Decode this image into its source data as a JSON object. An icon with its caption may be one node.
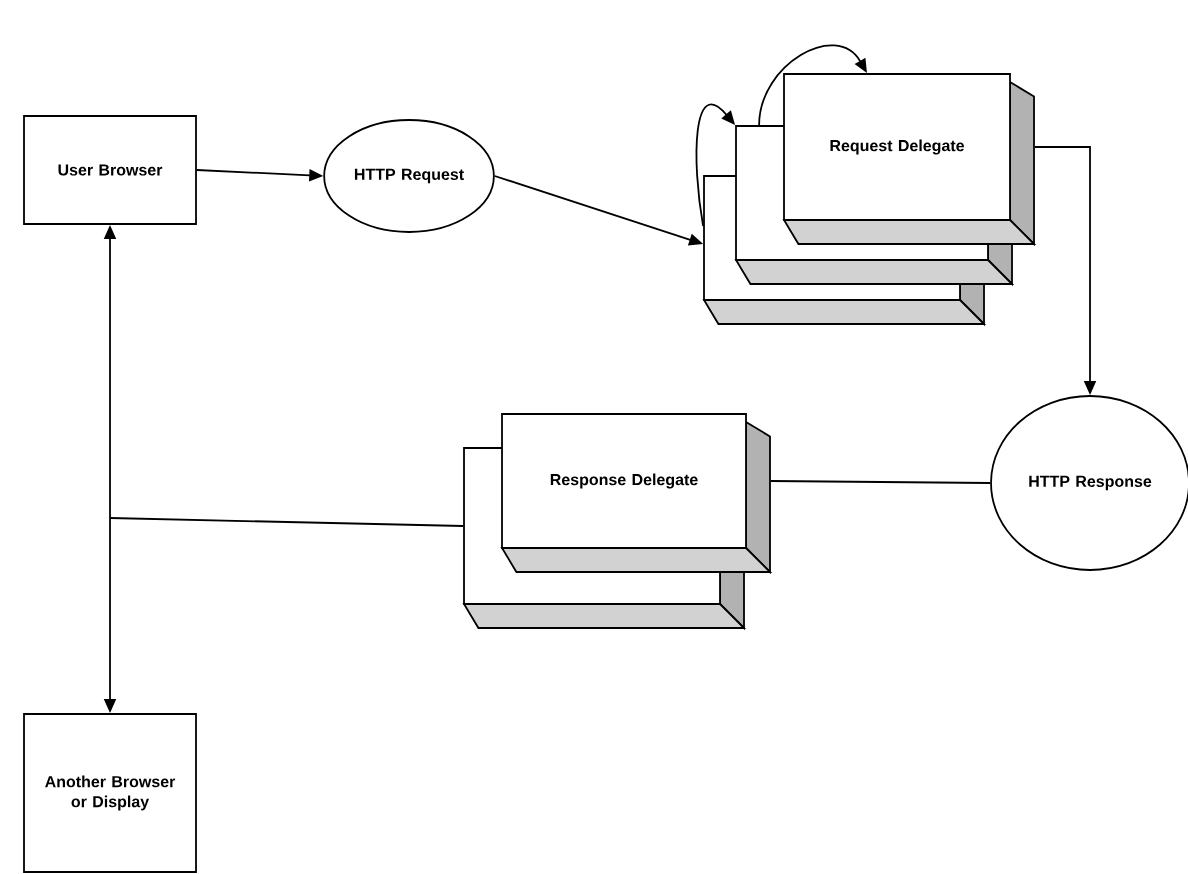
{
  "diagram": {
    "nodes": [
      {
        "text": [
          "User Browser"
        ]
      },
      {
        "text": [
          "HTTP Request"
        ]
      },
      {
        "text": [],
        "shape": "box"
      },
      {
        "text": [],
        "shape": "box"
      },
      {
        "text": [
          "Request Delegate"
        ]
      },
      {
        "text": [
          "HTTP Response"
        ]
      },
      {
        "text": [],
        "shape": "box"
      },
      {
        "text": [
          "Response Delegate"
        ]
      },
      {
        "text": [
          "Another Browser or Display"
        ]
      }
    ],
    "edges": [
      {
        "from": 0,
        "to": 1,
        "arrow": "to"
      },
      {
        "from": 1,
        "to": 2,
        "arrow": "to"
      },
      {
        "from": 2,
        "to": 3,
        "arrow": "to"
      },
      {
        "from": 3,
        "to": 4,
        "arrow": "to"
      },
      {
        "from": 4,
        "to": 5,
        "arrow": "to"
      },
      {
        "from": 5,
        "to": 7,
        "arrow": "none"
      },
      {
        "from": 6,
        "to": 0,
        "arrow": "to"
      },
      {
        "from": 6,
        "to": 8,
        "arrow": "to"
      }
    ]
  }
}
